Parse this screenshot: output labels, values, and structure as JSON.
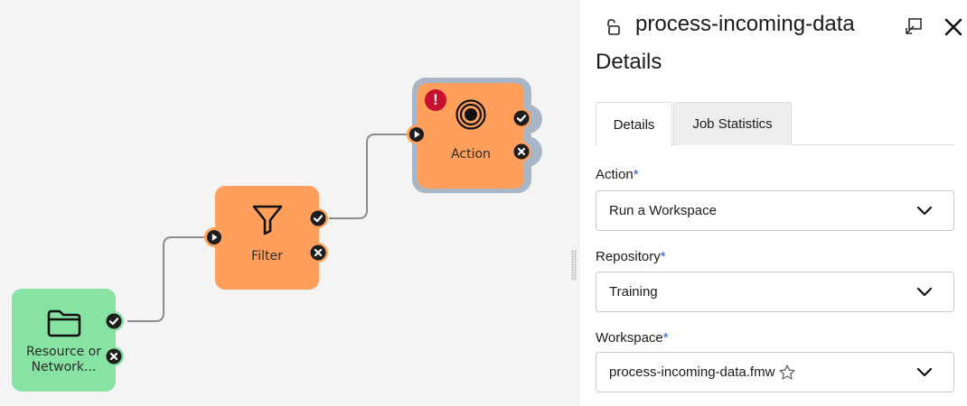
{
  "canvas": {
    "nodes": [
      {
        "id": "resource",
        "label_line1": "Resource or",
        "label_line2": "Network...",
        "icon": "folder-icon",
        "color": "#86e3a4",
        "port_color": "#86e3a4"
      },
      {
        "id": "filter",
        "label": "Filter",
        "icon": "funnel-icon",
        "color": "#ff9f5b",
        "port_color": "#ff9f5b"
      },
      {
        "id": "action",
        "label": "Action",
        "icon": "target-icon",
        "color": "#ff9f5b",
        "selected": true,
        "warning": "!"
      }
    ]
  },
  "panel": {
    "title": "process-incoming-data",
    "section_heading": "Details",
    "tabs": [
      {
        "label": "Details",
        "active": true
      },
      {
        "label": "Job Statistics",
        "active": false
      }
    ],
    "fields": [
      {
        "label": "Action",
        "required": "*",
        "value": "Run a Workspace"
      },
      {
        "label": "Repository",
        "required": "*",
        "value": "Training"
      },
      {
        "label": "Workspace",
        "required": "*",
        "value": "process-incoming-data.fmw"
      }
    ]
  },
  "colors": {
    "accent_required": "#1f5bd6",
    "node_orange": "#ff9f5b",
    "node_green": "#86e3a4",
    "warning_red": "#c8102e",
    "selection_ring": "#a9b6c6"
  }
}
